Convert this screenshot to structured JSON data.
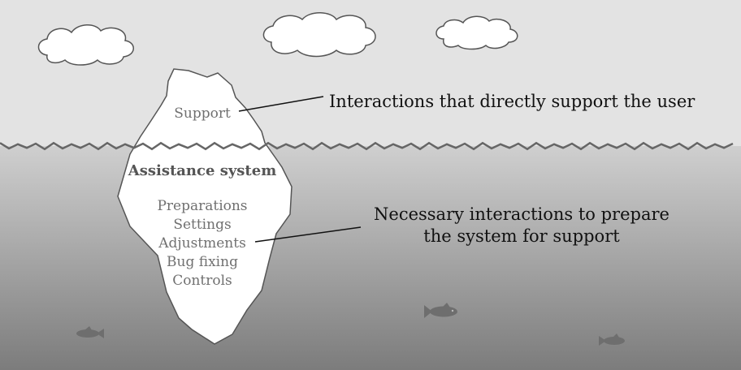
{
  "iceberg": {
    "tip_label": "Support",
    "title": "Assistance system",
    "hidden_items": [
      "Preparations",
      "Settings",
      "Adjustments",
      "Bug fixing",
      "Controls"
    ]
  },
  "annotations": {
    "top": "Interactions that directly support the user",
    "bottom_line1": "Necessary interactions to prepare",
    "bottom_line2": "the system for support"
  },
  "colors": {
    "sky": "#e3e3e3",
    "water_top": "#cfcfcf",
    "water_bottom": "#7c7c7c",
    "waterline": "#666666",
    "iceberg": "#ffffff",
    "fish": "#6e6e6e"
  }
}
